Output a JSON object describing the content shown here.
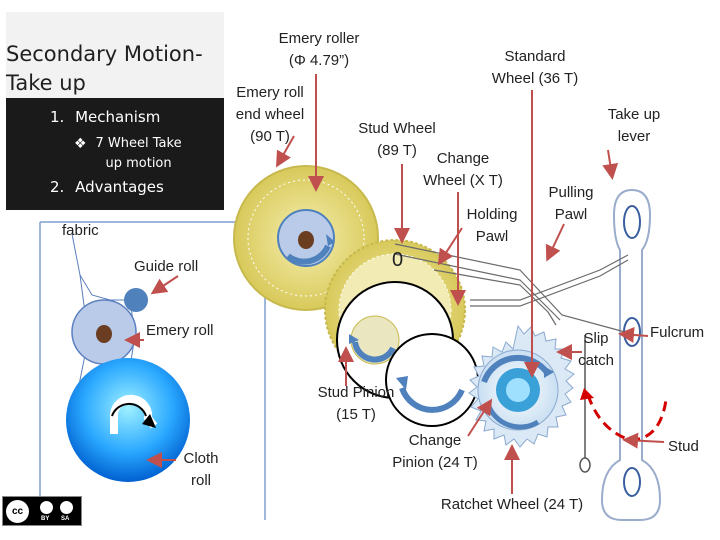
{
  "sidebar": {
    "title": "Secondary Motion-\nTake up",
    "items": [
      {
        "number": "1.",
        "label": "Mechanism"
      },
      {
        "number": "2.",
        "label": "Advantages"
      }
    ],
    "sub_item": {
      "bullet": "❖",
      "label": "7 Wheel Take\nup motion"
    }
  },
  "labels": {
    "emery_roller": "Emery roller\n(Φ 4.79”)",
    "standard_wheel": "Standard\nWheel  (36 T)",
    "emery_roll_end_wheel": "Emery roll\nend wheel\n(90 T)",
    "take_up_lever": "Take up\nlever",
    "stud_wheel": "Stud Wheel\n(89 T)",
    "change_wheel": "Change\nWheel  (X T)",
    "pulling_pawl": "Pulling\nPawl",
    "holding_pawl": "Holding\nPawl",
    "fabric": "fabric",
    "guide_roll": "Guide roll",
    "emery_roll": "Emery roll",
    "slip_catch": "Slip\ncatch",
    "fulcrum": "Fulcrum",
    "stud_pinion": "Stud Pinion\n(15 T)",
    "change_pinion": "Change\nPinion (24 T)",
    "cloth_roll": "Cloth\nroll",
    "stud": "Stud",
    "ratchet_wheel": "Ratchet Wheel (24 T)",
    "zero_mark": "0"
  },
  "license_badge": {
    "symbol": "cc",
    "terms": [
      "BY",
      "SA"
    ]
  },
  "colors": {
    "arrow": "#c0504d",
    "gear_yellow": "#e3d86a",
    "gear_blue": "#4f81bd",
    "emery_roll_fill": "#b9cbe8",
    "cloth_roll_fill": "#1fa0ff",
    "ratchet_blue": "#3aa0d8",
    "ratchet_face": "#cfe3f4"
  }
}
